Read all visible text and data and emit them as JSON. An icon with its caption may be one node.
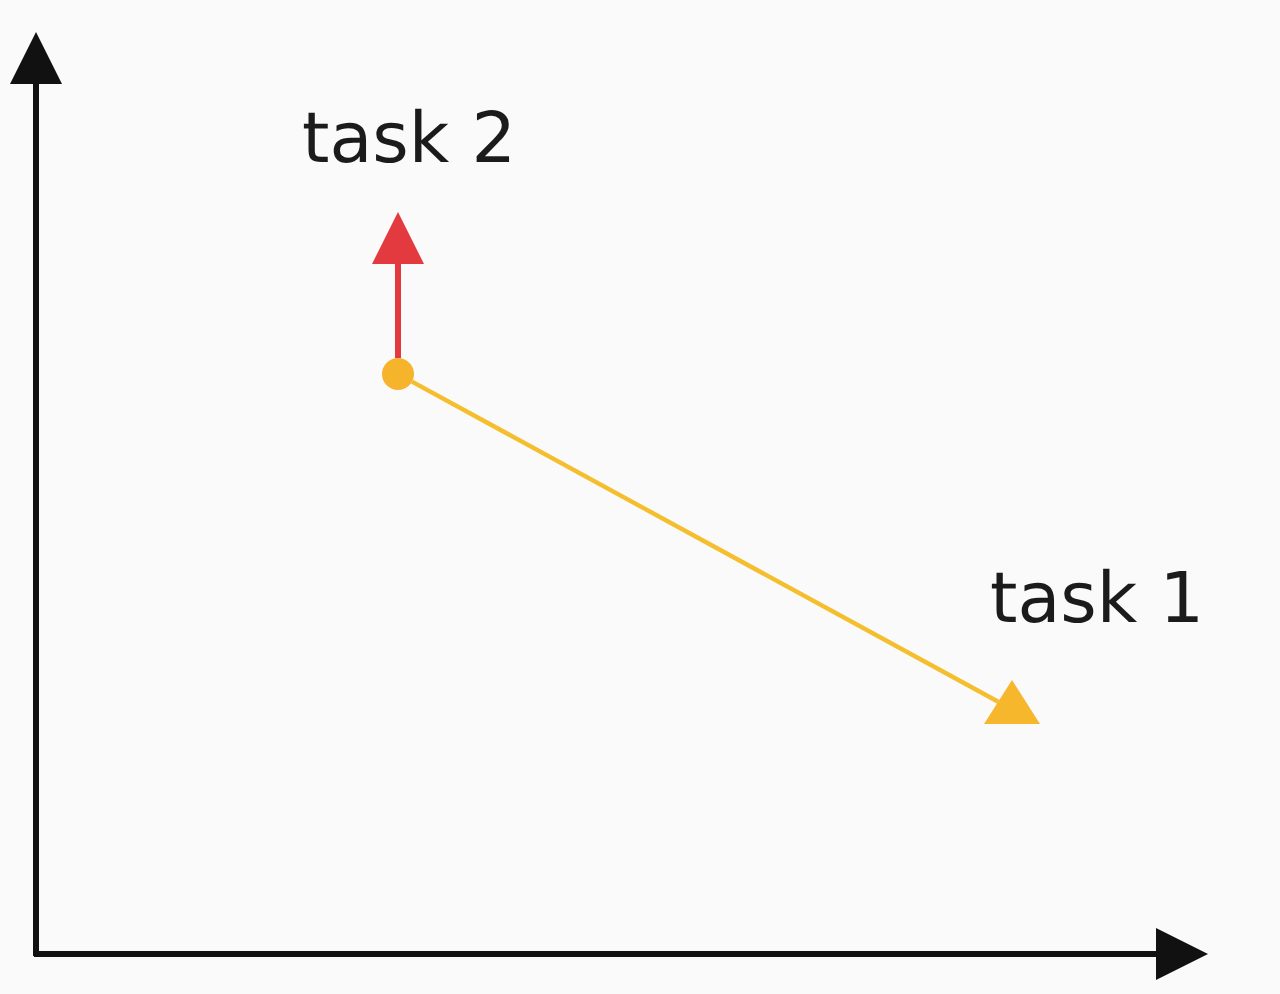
{
  "diagram": {
    "nodes": [
      {
        "text": [
          "task 2"
        ]
      },
      {
        "text": [],
        "shape": "circle"
      },
      {
        "text": [],
        "shape": "triangle",
        "beside": [
          "task 1"
        ]
      }
    ],
    "edges": [
      {
        "from": 1,
        "to": 0,
        "arrow": "to",
        "color": "#e23a3f"
      },
      {
        "from": 1,
        "to": 2,
        "arrow": "none",
        "color": "#f4be2e"
      }
    ]
  }
}
